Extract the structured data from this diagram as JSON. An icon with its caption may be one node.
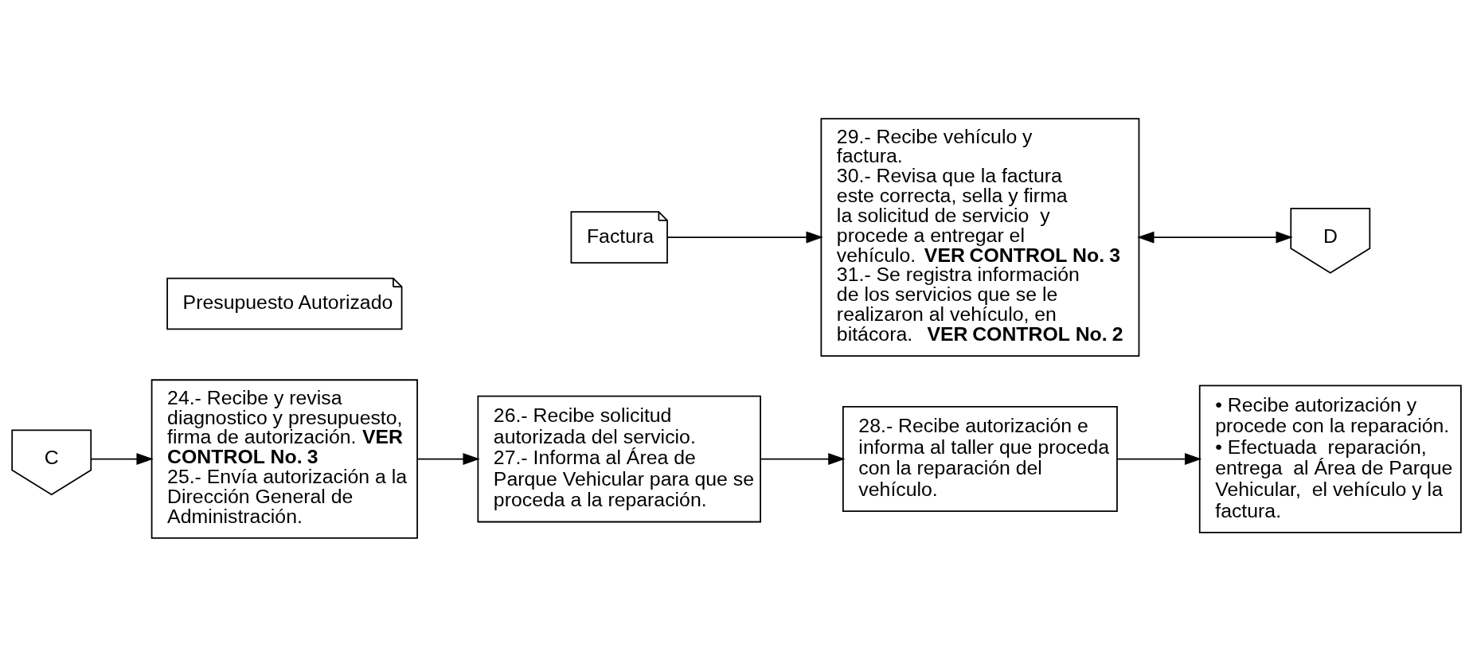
{
  "diagram": {
    "nodes": [
      {
        "text": [
          "C"
        ]
      },
      {
        "text": [
          "24.- Recibe y revisa diagnostico y presupuesto, firma de autorización. **VER CONTROL No. 3**",
          "25.- Envía autorización a la Dirección General de Administración."
        ]
      },
      {
        "text": [
          "Presupuesto Autorizado"
        ]
      },
      {
        "text": [
          "26.- Recibe solicitud autorizada del servicio.",
          "27.- Informa al Área de Parque Vehicular para que se proceda a la reparación."
        ]
      },
      {
        "text": [
          "28.- Recibe autorización e informa al taller que proceda con la reparación del vehículo."
        ]
      },
      {
        "text": [
          "• Recibe autorización y procede con la reparación.",
          "• Efectuada  reparación, entrega  al Área de Parque Vehicular,  el vehículo y la factura."
        ]
      },
      {
        "text": [
          "Factura"
        ]
      },
      {
        "text": [
          "29.- Recibe vehículo y factura.",
          "30.- Revisa que la factura este correcta, sella y firma la solicitud de servicio  y procede a entregar el vehículo. **VER CONTROL No. 3**",
          "31.- Se registra información de los servicios que se le realizaron al vehículo, en bitácora.  **VER CONTROL No. 2**"
        ]
      },
      {
        "text": [
          "D"
        ]
      }
    ],
    "edges": [
      {
        "from": 0,
        "to": 1,
        "arrow": "to"
      },
      {
        "from": 1,
        "to": 3,
        "arrow": "to"
      },
      {
        "from": 3,
        "to": 4,
        "arrow": "to"
      },
      {
        "from": 4,
        "to": 5,
        "arrow": "to"
      },
      {
        "from": 6,
        "to": 7,
        "arrow": "to"
      },
      {
        "from": 7,
        "to": 8,
        "arrow": "both"
      }
    ]
  }
}
